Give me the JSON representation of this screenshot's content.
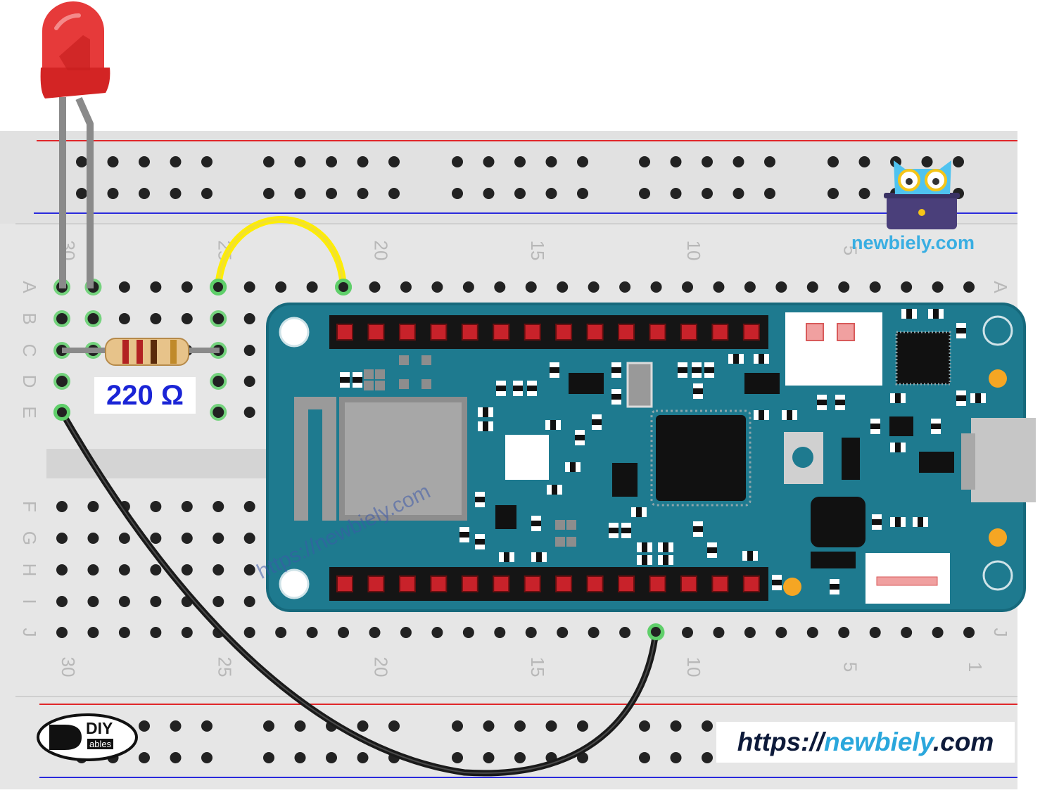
{
  "colors": {
    "breadboard": "#e6e6e6",
    "rail_red": "#e0262a",
    "rail_blue": "#2a2adc",
    "board": "#1e7a8f",
    "board_edge": "#16697c",
    "hole": "#222222",
    "hole_green": "#5fcf6a",
    "led": "#e63a3a",
    "jumper_yellow": "#ffee00",
    "jumper_black": "#1a1a1a",
    "header_pin": "#c8222a",
    "accent_orange": "#f5a623"
  },
  "breadboard": {
    "column_numbers_top": [
      "30",
      "25",
      "20",
      "15",
      "10",
      "5"
    ],
    "column_numbers_bottom": [
      "30",
      "25",
      "20",
      "15",
      "10",
      "5",
      "1"
    ],
    "row_letters_top": [
      "A",
      "B",
      "C",
      "D",
      "E"
    ],
    "row_letters_bottom": [
      "F",
      "G",
      "H",
      "I",
      "J"
    ]
  },
  "resistor": {
    "label": "220 Ω"
  },
  "logos": {
    "owl_text": "newbiely.com",
    "diy_text": "DIY",
    "diy_sub": "ables"
  },
  "url": {
    "part1": "https://",
    "part2": "newbiely",
    "part3": ".com"
  },
  "watermark": "https://newbiely.com"
}
